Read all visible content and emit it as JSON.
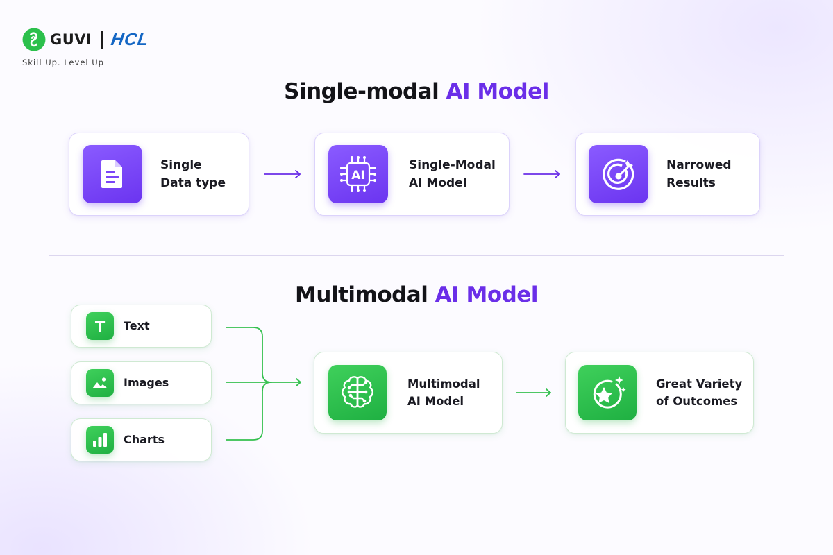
{
  "brand": {
    "guvi": "GUVI",
    "hcl": "HCL",
    "tagline": "Skill Up. Level Up"
  },
  "single_modal": {
    "title_plain": "Single-modal ",
    "title_accent": "AI Model",
    "steps": [
      {
        "icon": "document-icon",
        "line1": "Single",
        "line2": "Data type"
      },
      {
        "icon": "ai-chip-icon",
        "chip_text": "AI",
        "line1": "Single-Modal",
        "line2": "AI Model"
      },
      {
        "icon": "target-icon",
        "line1": "Narrowed",
        "line2": "Results"
      }
    ]
  },
  "multimodal": {
    "title_plain": "Multimodal ",
    "title_accent": "AI Model",
    "inputs": [
      {
        "icon": "text-icon",
        "glyph": "T",
        "label": "Text"
      },
      {
        "icon": "image-icon",
        "label": "Images"
      },
      {
        "icon": "bar-chart-icon",
        "label": "Charts"
      }
    ],
    "model": {
      "icon": "brain-circuit-icon",
      "line1": "Multimodal",
      "line2": "AI Model"
    },
    "outcome": {
      "icon": "star-sparkle-icon",
      "line1": "Great Variety",
      "line2": "of Outcomes"
    }
  },
  "colors": {
    "purple_accent": "#6a2ee8",
    "purple_icon": "#7a45f7",
    "green_icon": "#2cc04c",
    "green_line": "#35c04f",
    "hcl_blue": "#1466c4"
  }
}
